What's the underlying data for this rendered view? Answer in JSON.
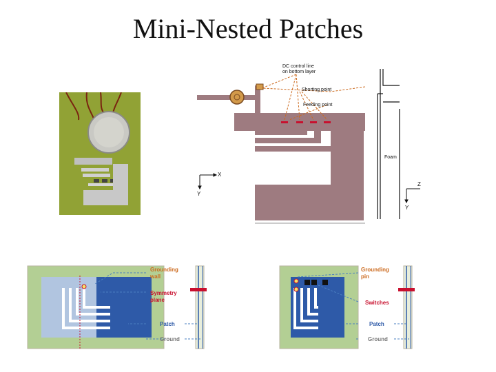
{
  "slide": {
    "title": "Mini-Nested Patches"
  },
  "schematic": {
    "dc_line_label_1": "DC control line",
    "dc_line_label_2": "on bottom layer",
    "shorting_label": "Shorting point",
    "feeding_label": "Feeding point",
    "foam_label": "Foam",
    "axis_x": "X",
    "axis_y": "Y",
    "axis_z": "Z",
    "axis_y2": "Y"
  },
  "diagram_left": {
    "grounding_wall_1": "Grounding",
    "grounding_wall_2": "wall",
    "symmetry_1": "Symmetry",
    "symmetry_2": "plane",
    "patch": "Patch",
    "ground": "Ground"
  },
  "diagram_right": {
    "grounding_pin_1": "Grounding",
    "grounding_pin_2": "pin",
    "switches": "Switches",
    "patch": "Patch",
    "ground": "Ground"
  },
  "colors": {
    "patch_mauve": "#9e7b80",
    "board_green": "#b3cf94",
    "patch_blue": "#2e5aa8",
    "annotation_orange": "#cc6a1e",
    "marker_red": "#c8102e"
  }
}
